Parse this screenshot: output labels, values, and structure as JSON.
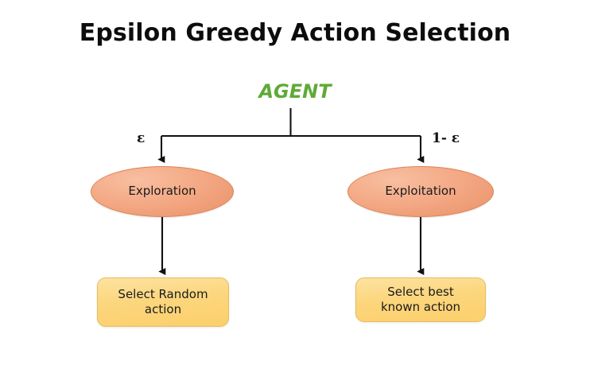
{
  "page": {
    "title": "Epsilon Greedy Action Selection",
    "background_color": "#ffffff"
  },
  "diagram": {
    "type": "flowchart",
    "root": {
      "label": "AGENT",
      "color": "#5faa36"
    },
    "branches": [
      {
        "id": "exploration",
        "probability_label": "ε",
        "node_label": "Exploration",
        "node_shape": "ellipse",
        "node_fill": "#f4a985",
        "node_border": "#dd8355",
        "outcome_label": "Select Random\naction",
        "outcome_shape": "rounded-rect",
        "outcome_fill": "#fcd67d",
        "outcome_border": "#e8bc5c"
      },
      {
        "id": "exploitation",
        "probability_label": "1- ε",
        "node_label": "Exploitation",
        "node_shape": "ellipse",
        "node_fill": "#f4a985",
        "node_border": "#dd8355",
        "outcome_label": "Select best\nknown action",
        "outcome_shape": "rounded-rect",
        "outcome_fill": "#fcd67d",
        "outcome_border": "#e8bc5c"
      }
    ],
    "connector_color": "#111111"
  }
}
